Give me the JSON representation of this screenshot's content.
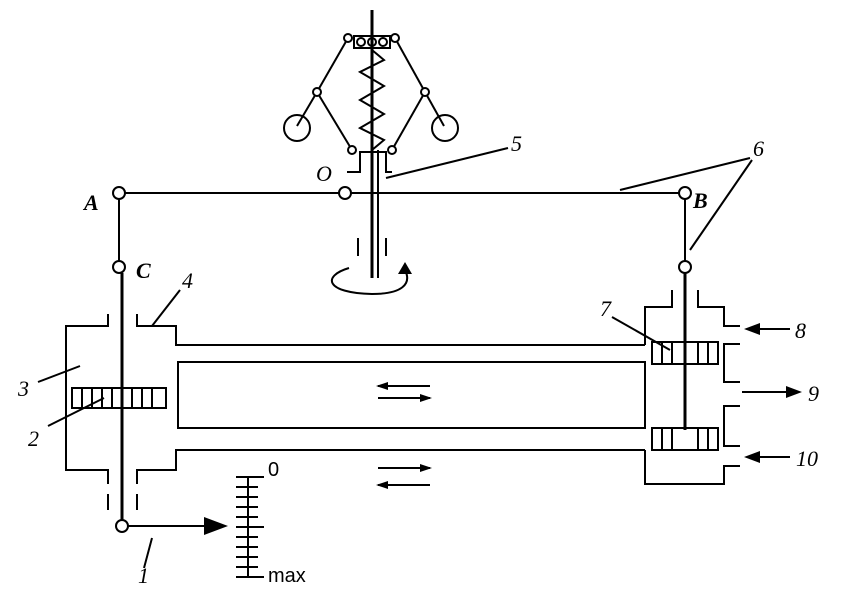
{
  "labels": {
    "point_A": "A",
    "point_B": "B",
    "point_C": "C",
    "point_O": "O",
    "part_1": "1",
    "part_2": "2",
    "part_3": "3",
    "part_4": "4",
    "part_5": "5",
    "part_6": "6",
    "part_7": "7",
    "part_8": "8",
    "part_9": "9",
    "part_10": "10"
  },
  "scale": {
    "min_label": "0",
    "max_label": "max"
  }
}
